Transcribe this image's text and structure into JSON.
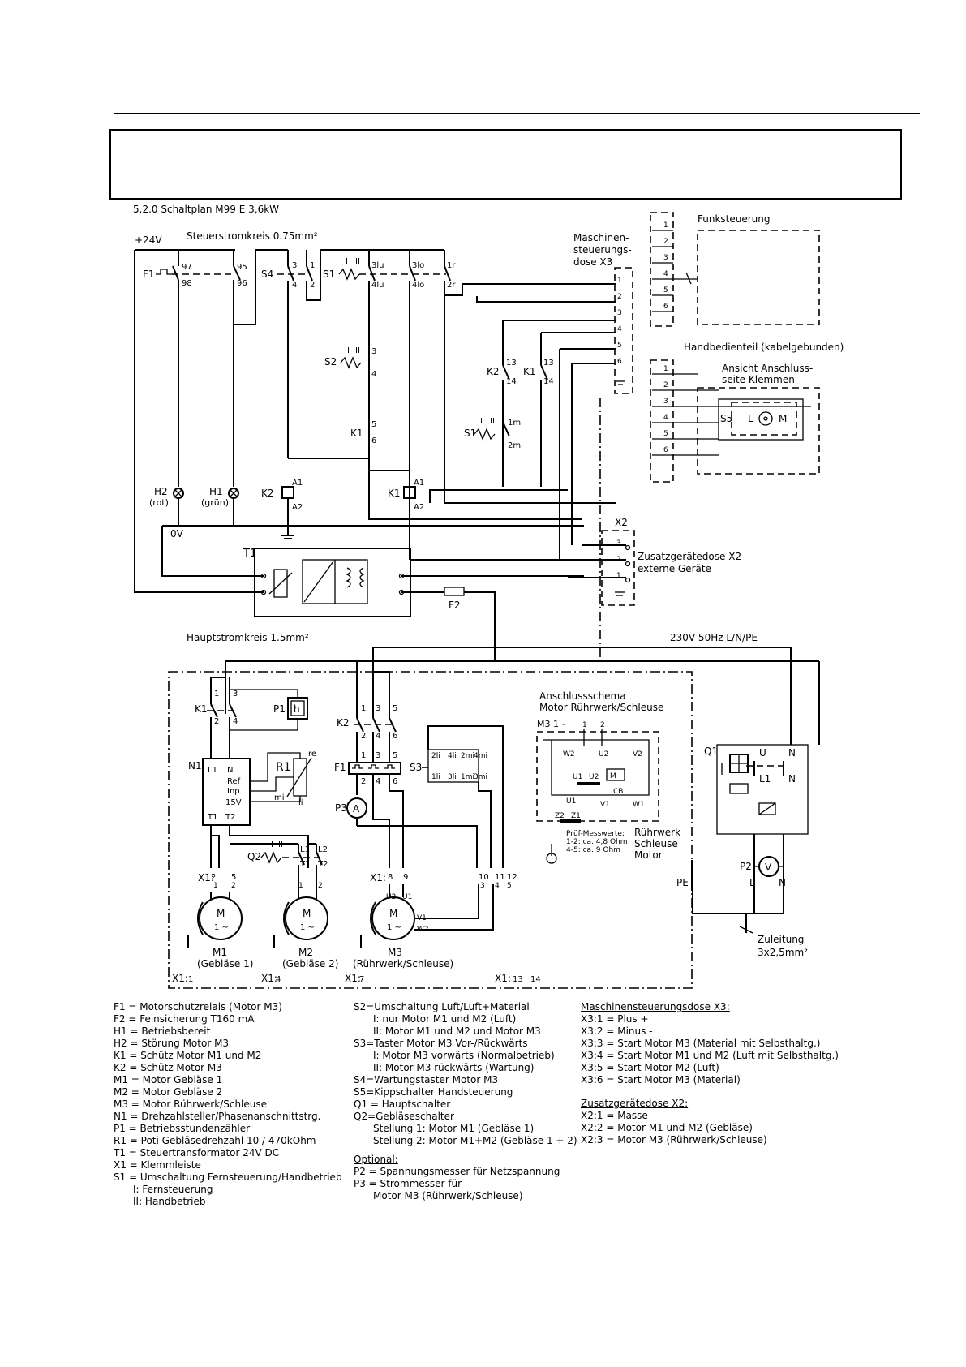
{
  "section_title": "5.2.0 Schaltplan M99 E 3,6kW",
  "control": {
    "title": "Steuerstromkreis 0.75mm²",
    "v24": "+24V",
    "v0": "0V",
    "F1": "F1",
    "F1_t": [
      "97",
      "98",
      "95",
      "96"
    ],
    "S4": "S4",
    "S4_t": [
      "3",
      "4",
      "1",
      "2"
    ],
    "S1": "S1",
    "S1_t": [
      "3lu",
      "4lu",
      "3lo",
      "4lo",
      "1r",
      "2r"
    ],
    "S2": "S2",
    "S2_t": [
      "3",
      "4"
    ],
    "K1_contact": "K1",
    "K1_contact_t": [
      "5",
      "6"
    ],
    "H2": "H2",
    "H2_sub": "(rot)",
    "H1": "H1",
    "H1_sub": "(grün)",
    "K2": "K2",
    "K1": "K1",
    "coil_t": [
      "A1",
      "A2"
    ],
    "T1": "T1",
    "F2": "F2",
    "S1b": "S1",
    "S1b_t": [
      "1m",
      "2m"
    ],
    "K2b": "K2",
    "K1b": "K1",
    "k_t": [
      "13",
      "14"
    ],
    "roman": [
      "I",
      "II"
    ]
  },
  "x3": {
    "title": [
      "Maschinen-",
      "steuerungs-",
      "dose X3"
    ],
    "pins": [
      "1",
      "2",
      "3",
      "4",
      "5",
      "6"
    ]
  },
  "funk": {
    "title": "Funksteuerung",
    "pins": [
      "1",
      "2",
      "3",
      "4",
      "5",
      "6"
    ]
  },
  "hand": {
    "title": "Handbedienteil (kabelgebunden)",
    "sub": [
      "Ansicht Anschluss-",
      "seite Klemmen"
    ],
    "pins": [
      "1",
      "2",
      "3",
      "4",
      "5",
      "6"
    ],
    "S5": "S5",
    "L": "L",
    "M": "M"
  },
  "x2": {
    "label": "X2",
    "title": [
      "Zusatzgerätedose X2",
      "externe Geräte"
    ],
    "pins": [
      "3",
      "2",
      "1"
    ]
  },
  "main": {
    "title": "Hauptstromkreis 1.5mm²",
    "supply": "230V  50Hz  L/N/PE",
    "K1": "K1",
    "K1_t": [
      "1",
      "3",
      "2",
      "4"
    ],
    "P1": "P1",
    "P1_sym": "h",
    "N1": "N1",
    "N1_t": [
      "L1",
      "N",
      "Ref",
      "Inp",
      "15V",
      "T1",
      "T2"
    ],
    "R1": "R1",
    "R1_t": [
      "re",
      "mi",
      "li"
    ],
    "K2": "K2",
    "K2_t": [
      "1",
      "3",
      "5",
      "2",
      "4",
      "6"
    ],
    "F1": "F1",
    "F1_t": [
      "1",
      "3",
      "5",
      "2",
      "4",
      "6"
    ],
    "P3": "P3",
    "P3_sym": "A",
    "S3": "S3",
    "S3_t": [
      "2li",
      "4li",
      "2mi",
      "4mi",
      "1li",
      "3li",
      "1mi",
      "3mi"
    ],
    "Q2": "Q2",
    "Q2_t": [
      "L1",
      "L2",
      "T1",
      "T2"
    ],
    "X1": "X1:",
    "X1_terms": [
      "2",
      "5",
      "8",
      "9",
      "10",
      "11",
      "12",
      "1",
      "4",
      "7",
      "13",
      "14"
    ],
    "X1_sub": [
      "1",
      "2",
      "1",
      "2",
      "3",
      "4",
      "5"
    ],
    "motor_M": "M",
    "motor_phase": "1 ~",
    "M1": "M1",
    "M1_sub": "(Gebläse 1)",
    "M2": "M2",
    "M2_sub": "(Gebläse 2)",
    "M3": "M3",
    "M3_sub": "(Rührwerk/Schleuse)",
    "M3_t": [
      "U2",
      "U1",
      "V1",
      "W2"
    ],
    "Q1": "Q1",
    "Q1_t": [
      "U",
      "N",
      "L1",
      "N"
    ],
    "P2": "P2",
    "P2_sym": "V",
    "PE": "PE",
    "L": "L",
    "N": "N",
    "feed": [
      "Zuleitung",
      "3x2,5mm²"
    ]
  },
  "anschluss": {
    "title": [
      "Anschlussschema",
      "Motor Rührwerk/Schleuse"
    ],
    "M3": "M3 1~",
    "t": [
      "1",
      "2",
      "W2",
      "U2",
      "V2",
      "U1",
      "U2",
      "CB",
      "V1",
      "W1",
      "U1",
      "Z2",
      "Z1"
    ],
    "pruef": [
      "Prüf-Messwerte:",
      "1-2: ca. 4,8 Ohm",
      "4-5: ca. 9 Ohm"
    ],
    "label": [
      "Rührwerk",
      "Schleuse",
      "Motor"
    ]
  },
  "legend_left": [
    "F1 = Motorschutzrelais (Motor M3)",
    "F2 = Feinsicherung T160 mA",
    "H1 = Betriebsbereit",
    "H2 = Störung Motor M3",
    "K1 = Schütz Motor M1 und M2",
    "K2 = Schütz Motor M3",
    "M1 = Motor Gebläse 1",
    "M2 = Motor Gebläse 2",
    "M3 = Motor Rührwerk/Schleuse",
    "N1 = Drehzahlsteller/Phasenanschnittstrg.",
    "P1 = Betriebsstundenzähler",
    "R1 = Poti Gebläsedrehzahl 10 / 470kOhm",
    "T1 = Steuertransformator 24V DC",
    "X1 = Klemmleiste",
    "S1 = Umschaltung Fernsteuerung/Handbetrieb",
    "      I: Fernsteuerung",
    "      II: Handbetrieb"
  ],
  "legend_mid": [
    "S2=Umschaltung Luft/Luft+Material",
    "      I: nur Motor M1 und M2 (Luft)",
    "      II: Motor M1 und M2 und Motor M3",
    "S3=Taster Motor M3 Vor-/Rückwärts",
    "      I: Motor M3 vorwärts (Normalbetrieb)",
    "      II: Motor M3 rückwärts (Wartung)",
    "S4=Wartungstaster Motor M3",
    "S5=Kippschalter Handsteuerung",
    "Q1 = Hauptschalter",
    "Q2=Gebläseschalter",
    "      Stellung 1: Motor M1 (Gebläse 1)",
    "      Stellung 2: Motor M1+M2 (Gebläse 1 + 2)"
  ],
  "legend_optional_title": "Optional:",
  "legend_optional": [
    "P2 = Spannungsmesser für Netzspannung",
    "P3 = Strommesser für",
    "      Motor M3 (Rührwerk/Schleuse)"
  ],
  "legend_x3_title": "Maschinensteuerungsdose X3:",
  "legend_x3": [
    "X3:1 = Plus +",
    "X3:2 = Minus -",
    "X3:3 = Start Motor M3 (Material mit Selbsthaltg.)",
    "X3:4 = Start Motor M1 und M2 (Luft mit Selbsthaltg.)",
    "X3:5 = Start Motor M2 (Luft)",
    "X3:6 = Start Motor M3 (Material)"
  ],
  "legend_x2_title": "Zusatzgerätedose X2:",
  "legend_x2": [
    "X2:1 = Masse -",
    "X2:2 = Motor M1 und M2 (Gebläse)",
    "X2:3 = Motor M3 (Rührwerk/Schleuse)"
  ]
}
